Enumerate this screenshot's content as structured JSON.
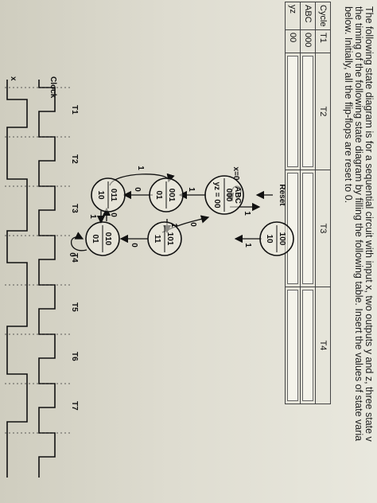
{
  "question": {
    "lines": [
      "The following state diagram is for a sequential circuit with input x, two outputs y and z, three state v",
      "the timing of the following state diagram by filling the following table. Insert the values of state varia",
      "below. Initially, all the flip-flops are reset to 0."
    ]
  },
  "table": {
    "headers": [
      "Cycle",
      "T1",
      "T2",
      "T3",
      "T4"
    ],
    "rows": [
      {
        "label": "ABC",
        "t1": "000"
      },
      {
        "label": "yz",
        "t1": "00"
      }
    ]
  },
  "diagram": {
    "reset_label": "Reset",
    "self_loop_label": "x=0",
    "states": [
      {
        "id": "s000",
        "top": "ABC",
        "mid": "000",
        "bottom": "yz = 00"
      },
      {
        "id": "s100",
        "top": "100",
        "bottom": "10"
      },
      {
        "id": "s001",
        "top": "001",
        "bottom": "01"
      },
      {
        "id": "s101",
        "top": "101",
        "bottom": "11"
      },
      {
        "id": "s011",
        "top": "011",
        "bottom": "10"
      },
      {
        "id": "s010",
        "top": "010",
        "bottom": "01"
      }
    ],
    "edge_labels": {
      "e000_001": "1",
      "e000_100": "1",
      "e100_101": "1",
      "e101_000": "0",
      "e001_101": "1",
      "e001_011": "0",
      "e101_010": "0",
      "e011_001": "1",
      "e010_011": "0",
      "e011_010": "1",
      "e010_self": "0"
    }
  },
  "timing": {
    "clock_label": "Clock",
    "x_label": "x",
    "tick_labels": [
      "T1",
      "T2",
      "T3",
      "T4",
      "T5",
      "T6",
      "T7"
    ]
  }
}
